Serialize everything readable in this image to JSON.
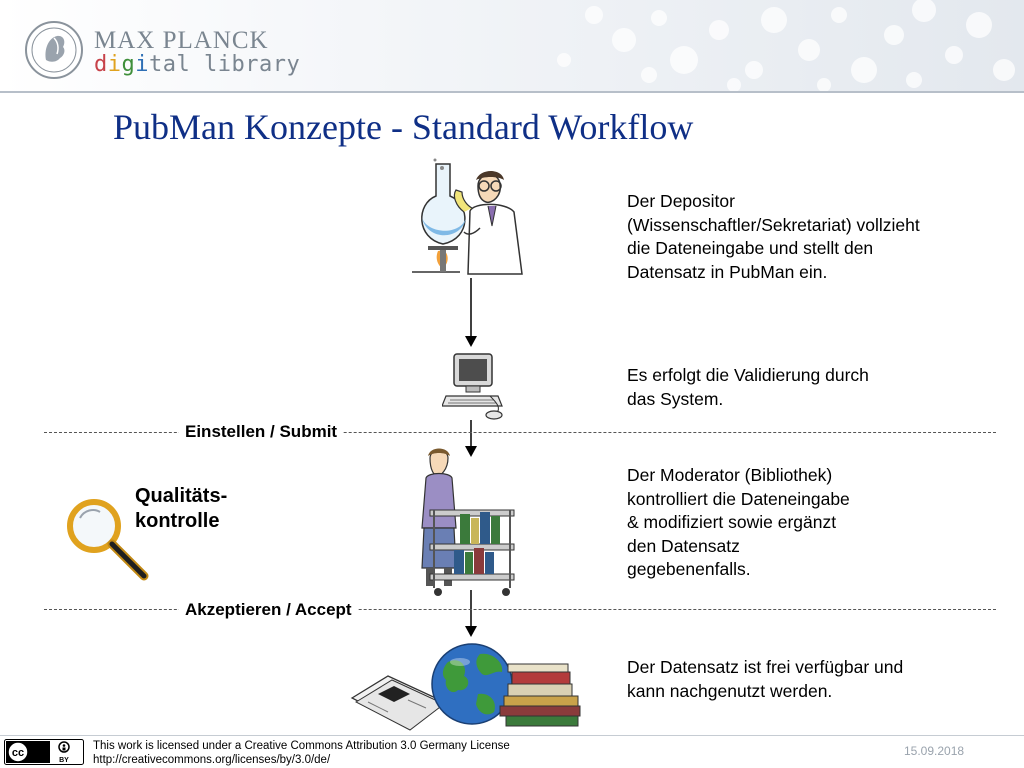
{
  "header": {
    "brand_line1": "MAX PLANCK",
    "brand_line2_letters": [
      {
        "char": "d",
        "color": "#c7424a"
      },
      {
        "char": "i",
        "color": "#e0a21e"
      },
      {
        "char": "g",
        "color": "#3f8f3a"
      },
      {
        "char": "i",
        "color": "#2e6fb5"
      },
      {
        "char": "t",
        "color": "#7a8590"
      },
      {
        "char": "a",
        "color": "#7a8590"
      },
      {
        "char": "l",
        "color": "#7a8590"
      },
      {
        "char": " ",
        "color": "#7a8590"
      },
      {
        "char": "l",
        "color": "#7a8590"
      },
      {
        "char": "i",
        "color": "#7a8590"
      },
      {
        "char": "b",
        "color": "#7a8590"
      },
      {
        "char": "r",
        "color": "#7a8590"
      },
      {
        "char": "a",
        "color": "#7a8590"
      },
      {
        "char": "r",
        "color": "#7a8590"
      },
      {
        "char": "y",
        "color": "#7a8590"
      }
    ]
  },
  "slide": {
    "title": "PubMan Konzepte - Standard Workflow",
    "steps": [
      {
        "text": "Der Depositor\n(Wissenschaftler/Sekretariat) vollzieht\ndie Dateneingabe und stellt den\nDatensatz in PubMan ein."
      },
      {
        "text": "Es erfolgt die Validierung durch\ndas System."
      },
      {
        "text": "Der Moderator (Bibliothek)\nkontrolliert die Dateneingabe\n& modifiziert sowie ergänzt\nden Datensatz\ngegebenenfalls."
      },
      {
        "text": "Der Datensatz ist frei verfügbar und\nkann nachgenutzt werden."
      }
    ],
    "stages": {
      "submit": "Einstellen / Submit",
      "accept": "Akzeptieren / Accept"
    },
    "quality_label": "Qualitäts-\nkontrolle"
  },
  "footer": {
    "license_line1": "This work is licensed under a Creative Commons Attribution 3.0 Germany License",
    "license_line2": "http://creativecommons.org/licenses/by/3.0/de/",
    "date": "15.09.2018",
    "cc_badge": {
      "cc": "cc",
      "by": "BY"
    }
  },
  "colors": {
    "title": "#0f2f86",
    "brand_gray": "#7a8590"
  }
}
